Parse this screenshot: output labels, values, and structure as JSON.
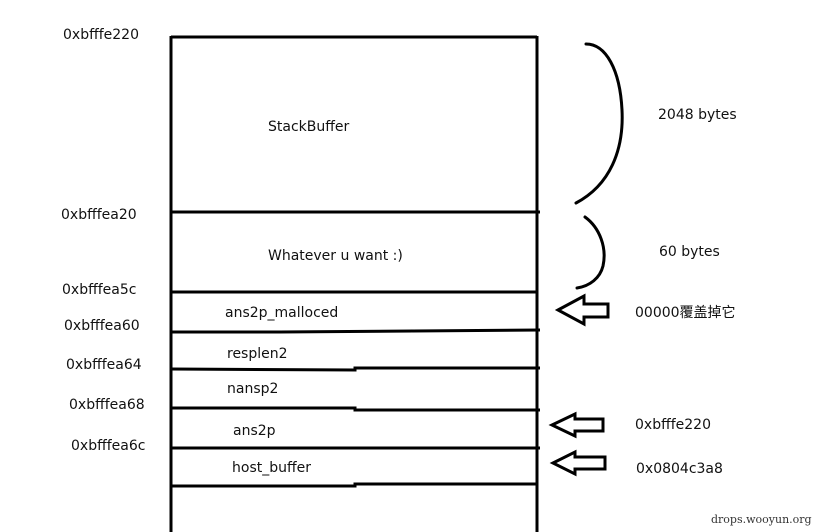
{
  "addresses": [
    "0xbfffe220",
    "0xbfffea20",
    "0xbfffea5c",
    "0xbfffea60",
    "0xbfffea64",
    "0xbfffea68",
    "0xbfffea6c"
  ],
  "segments": [
    "StackBuffer",
    "Whatever u want :)",
    "ans2p_malloced",
    "resplen2",
    "nansp2",
    "ans2p",
    "host_buffer"
  ],
  "annotations": {
    "size_stackbuffer": "2048 bytes",
    "size_whatever": "60 bytes",
    "overwrite_note": "00000覆盖掉它",
    "ans2p_value": "0xbfffe220",
    "host_buffer_value": "0x0804c3a8"
  },
  "watermark": "drops.wooyun.org"
}
